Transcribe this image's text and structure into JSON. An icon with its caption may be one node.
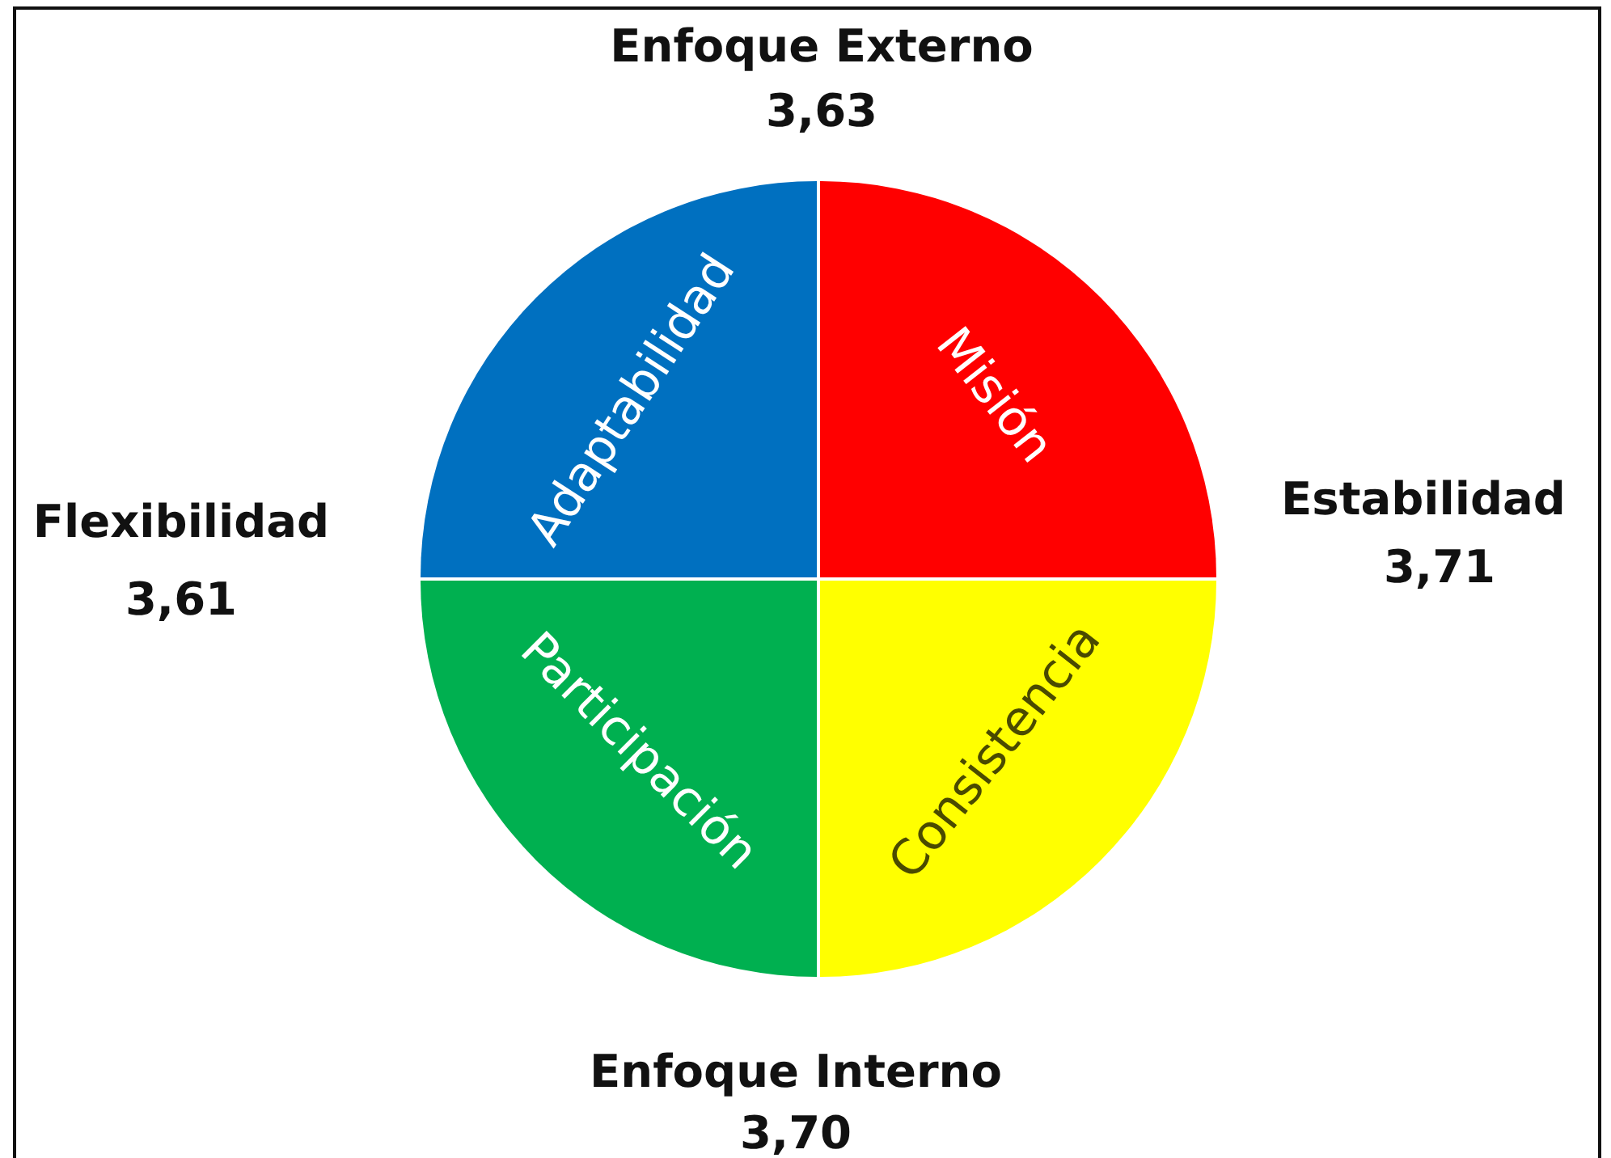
{
  "diagram": {
    "nodes": [
      {
        "text": [
          "Adaptabilidad"
        ]
      },
      {
        "text": [
          "Misión"
        ]
      },
      {
        "text": [
          "Participación"
        ]
      },
      {
        "text": [
          "Consistencia"
        ]
      }
    ],
    "edges": [],
    "labels": [
      "Enfoque Externo",
      "3,63",
      "Flexibilidad",
      "3,61",
      "Estabilidad",
      "3,71",
      "Enfoque Interno",
      "3,70"
    ]
  }
}
